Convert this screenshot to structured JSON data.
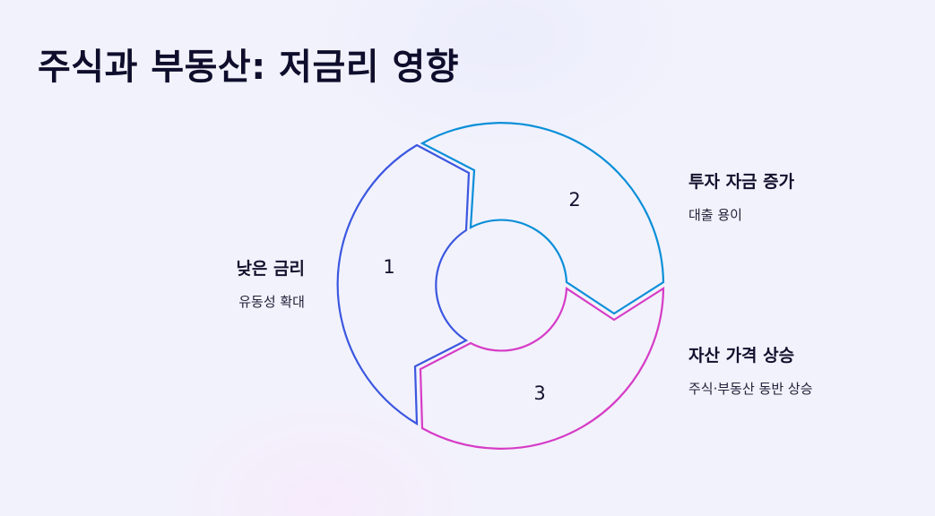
{
  "title": "주식과 부동산: 저금리 영향",
  "cycle": {
    "segments": [
      {
        "number": "1",
        "heading": "낮은 금리",
        "description": "유동성 확대",
        "color": "#3b57e0"
      },
      {
        "number": "2",
        "heading": "투자 자금 증가",
        "description": "대출 용이",
        "color": "#0b8fd8"
      },
      {
        "number": "3",
        "heading": "자산 가격 상승",
        "description": "주식·부동산 동반 상승",
        "color": "#d63cc6"
      }
    ]
  },
  "colors": {
    "background": "#f2f2fc",
    "text": "#12122e"
  }
}
